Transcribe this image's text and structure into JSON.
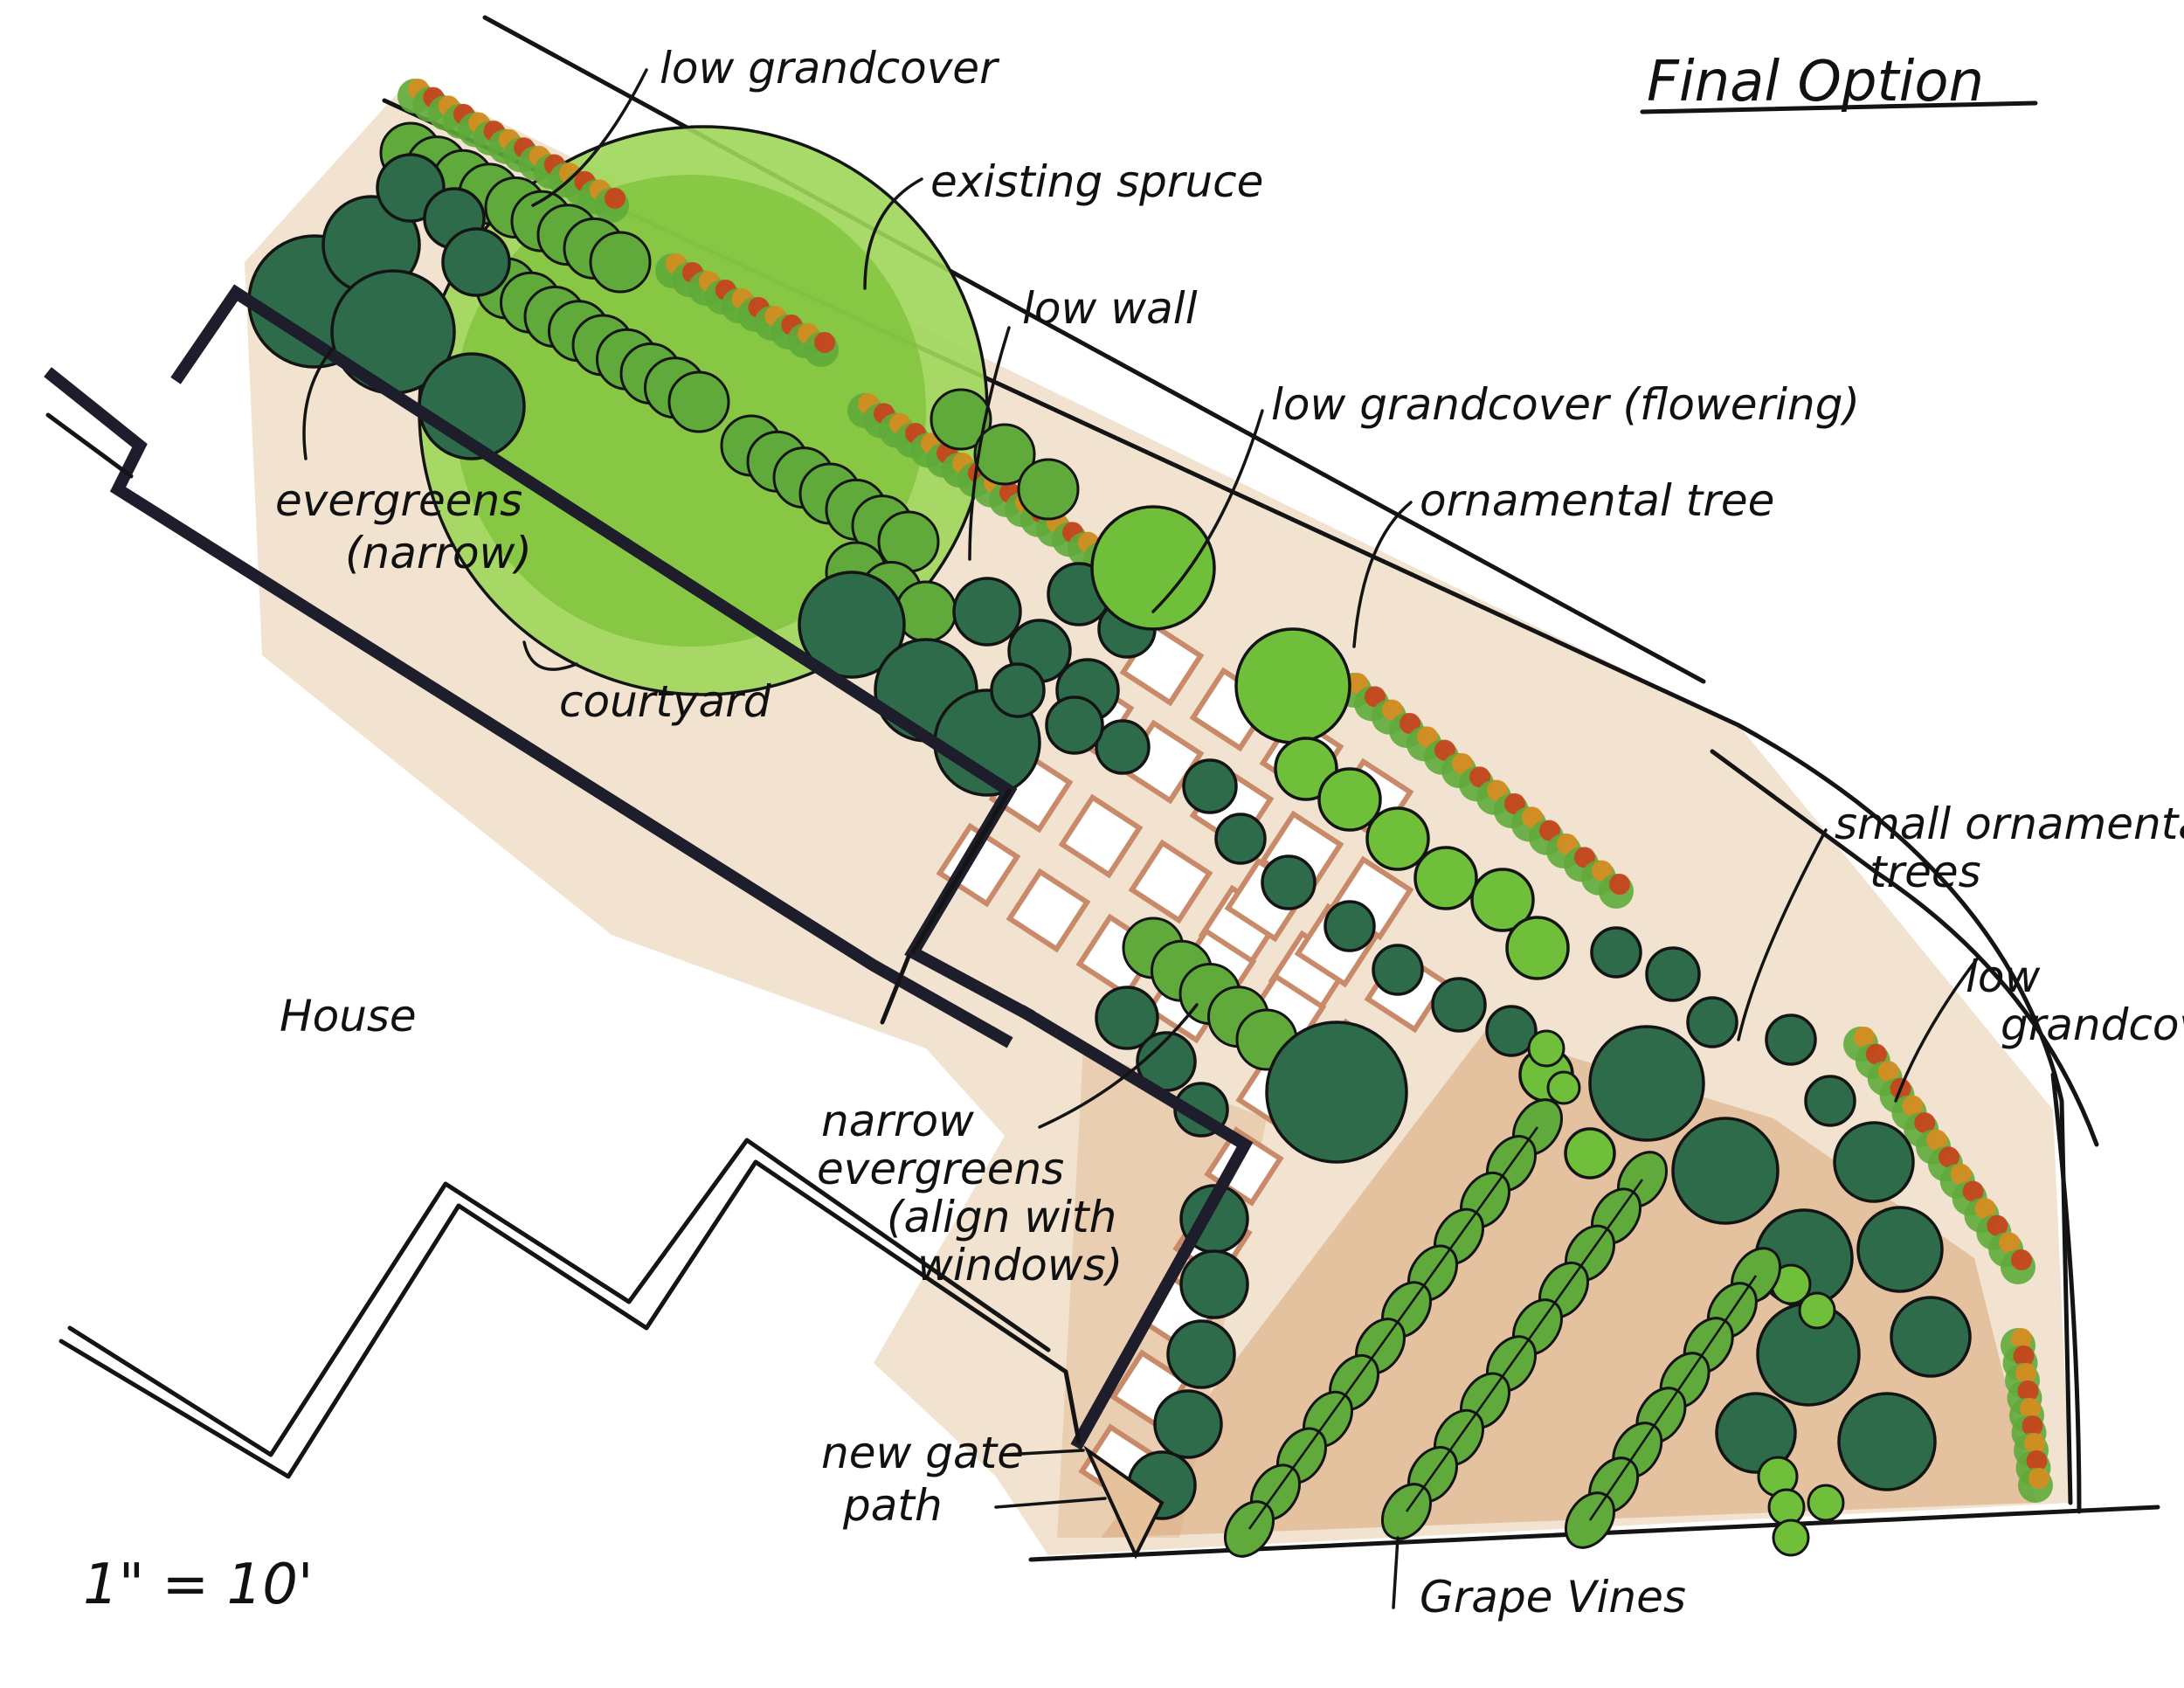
{
  "title": "Final Option",
  "scale": "1\" = 10'",
  "colors": {
    "lawn": "#7cc23a",
    "lawn_light": "#9ed65a",
    "evergreen": "#2e6b4a",
    "evergreen_dark": "#1f4d37",
    "shrub_green": "#5faa3a",
    "flower_red": "#d13a1a",
    "flower_orange": "#e08a1e",
    "paving": "#c98a6a",
    "ground": "#f1e3cf",
    "soil": "#d9a77a",
    "ink": "#141414"
  },
  "labels": {
    "low_groundcover_top": "low grandcover",
    "existing_spruce": "existing spruce",
    "low_wall": "low wall",
    "low_groundcover_flowering": "low grandcover (flowering)",
    "ornamental_tree": "ornamental tree",
    "evergreens_narrow_1": "evergreens",
    "evergreens_narrow_2": "(narrow)",
    "courtyard": "courtyard",
    "house": "House",
    "small_ornamental_trees_1": "small ornamental",
    "small_ornamental_trees_2": "trees",
    "low_groundcover_right_1": "low",
    "low_groundcover_right_2": "grandcover",
    "narrow_evergreens_1": "narrow",
    "narrow_evergreens_2": "evergreens",
    "narrow_evergreens_3": "(align with",
    "narrow_evergreens_4": "windows)",
    "new_gate": "new gate",
    "path": "path",
    "grape_vines": "Grape Vines"
  }
}
